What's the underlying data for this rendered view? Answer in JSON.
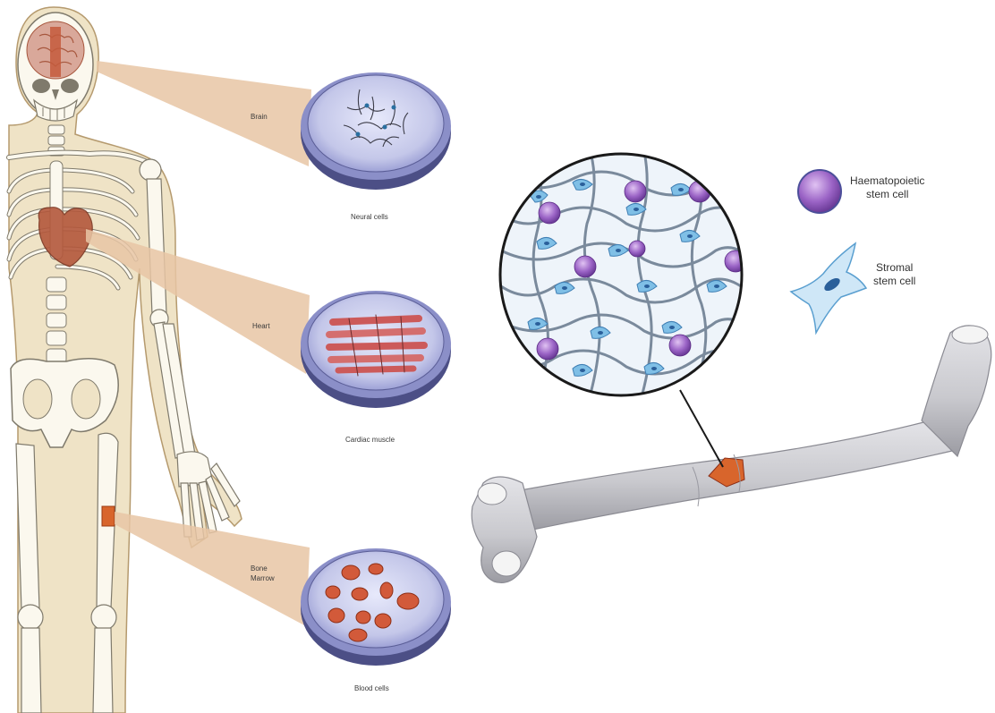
{
  "labels": {
    "brain": "Brain",
    "heart": "Heart",
    "bone_marrow": [
      "Bone",
      "Marrow"
    ],
    "neural_cells": "Neural cells",
    "cardiac_muscle": "Cardiac muscle",
    "blood_cells": "Blood cells"
  },
  "legend": {
    "haematopoietic": [
      "Haematopoietic",
      "stem cell"
    ],
    "stromal": [
      "Stromal",
      "stem cell"
    ]
  },
  "colors": {
    "skin": "#efe3c6",
    "skin_outline": "#b59a6e",
    "bone": "#fbf8ee",
    "bone_outline": "#7f7a6c",
    "callout": "#e7c5a4",
    "dish_rim": "#4c4f86",
    "dish_fill": "#c4c7e9",
    "stem_cell_purple": "#9b64c6",
    "stromal_blue": "#7fbfe6",
    "marrow_orange": "#d8652c",
    "muscle_red": "#cc5a5a",
    "femur_grey": "#c8c8cc"
  }
}
